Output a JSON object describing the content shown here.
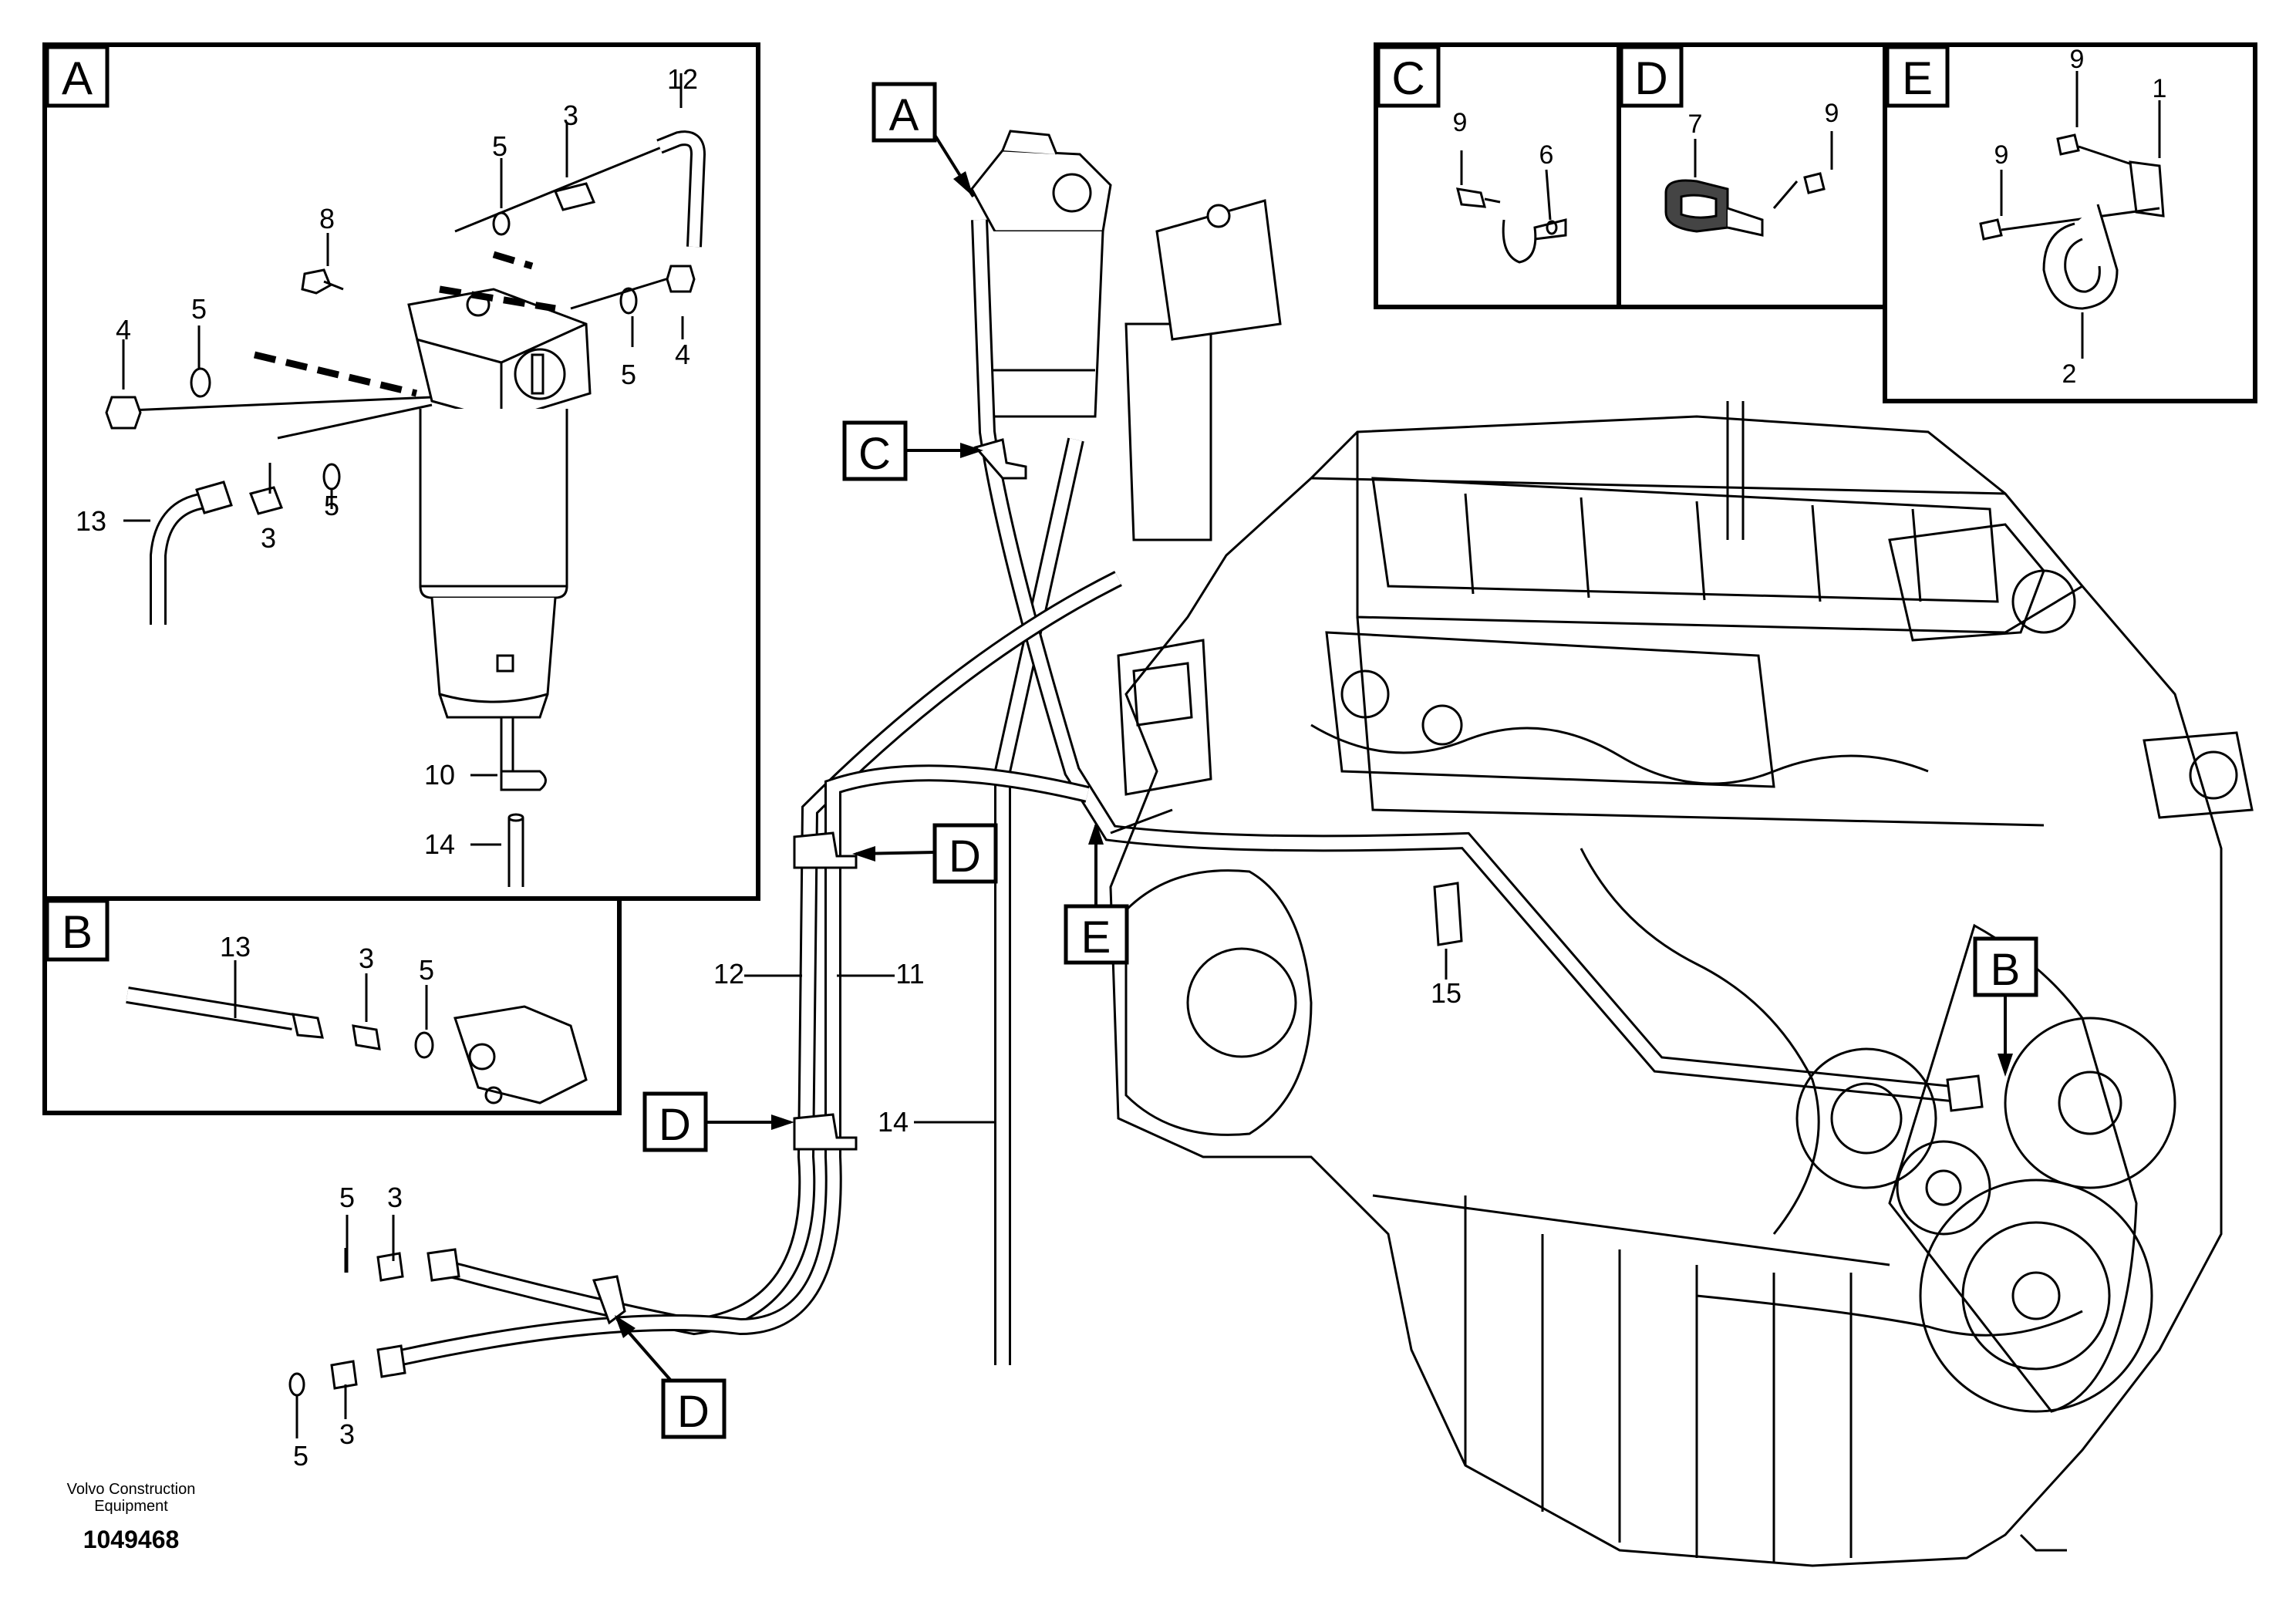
{
  "panels": {
    "A": {
      "letter": "A"
    },
    "B": {
      "letter": "B"
    },
    "C": {
      "letter": "C"
    },
    "D": {
      "letter": "D"
    },
    "E": {
      "letter": "E"
    }
  },
  "detail_a_labels": [
    "12",
    "5",
    "3",
    "8",
    "4",
    "5",
    "5",
    "4",
    "13",
    "3",
    "5",
    "10",
    "14"
  ],
  "detail_b_labels": [
    "13",
    "3",
    "5"
  ],
  "detail_c_labels": [
    "9",
    "6"
  ],
  "detail_d_labels": [
    "7",
    "9"
  ],
  "detail_e_labels": [
    "9",
    "1",
    "9",
    "2"
  ],
  "main_labels": {
    "hose_12": "12",
    "hose_11": "11",
    "hose_14": "14",
    "clamp_15": "15",
    "washer_5_top": "5",
    "fitting_3_top": "3",
    "washer_5_bottom": "5",
    "fitting_3_bottom": "3"
  },
  "callouts": {
    "A": "A",
    "C": "C",
    "D1": "D",
    "E": "E",
    "D2": "D",
    "D3": "D",
    "B": "B"
  },
  "footer": {
    "publisher_line1": "Volvo Construction",
    "publisher_line2": "Equipment",
    "document_number": "1049468"
  }
}
